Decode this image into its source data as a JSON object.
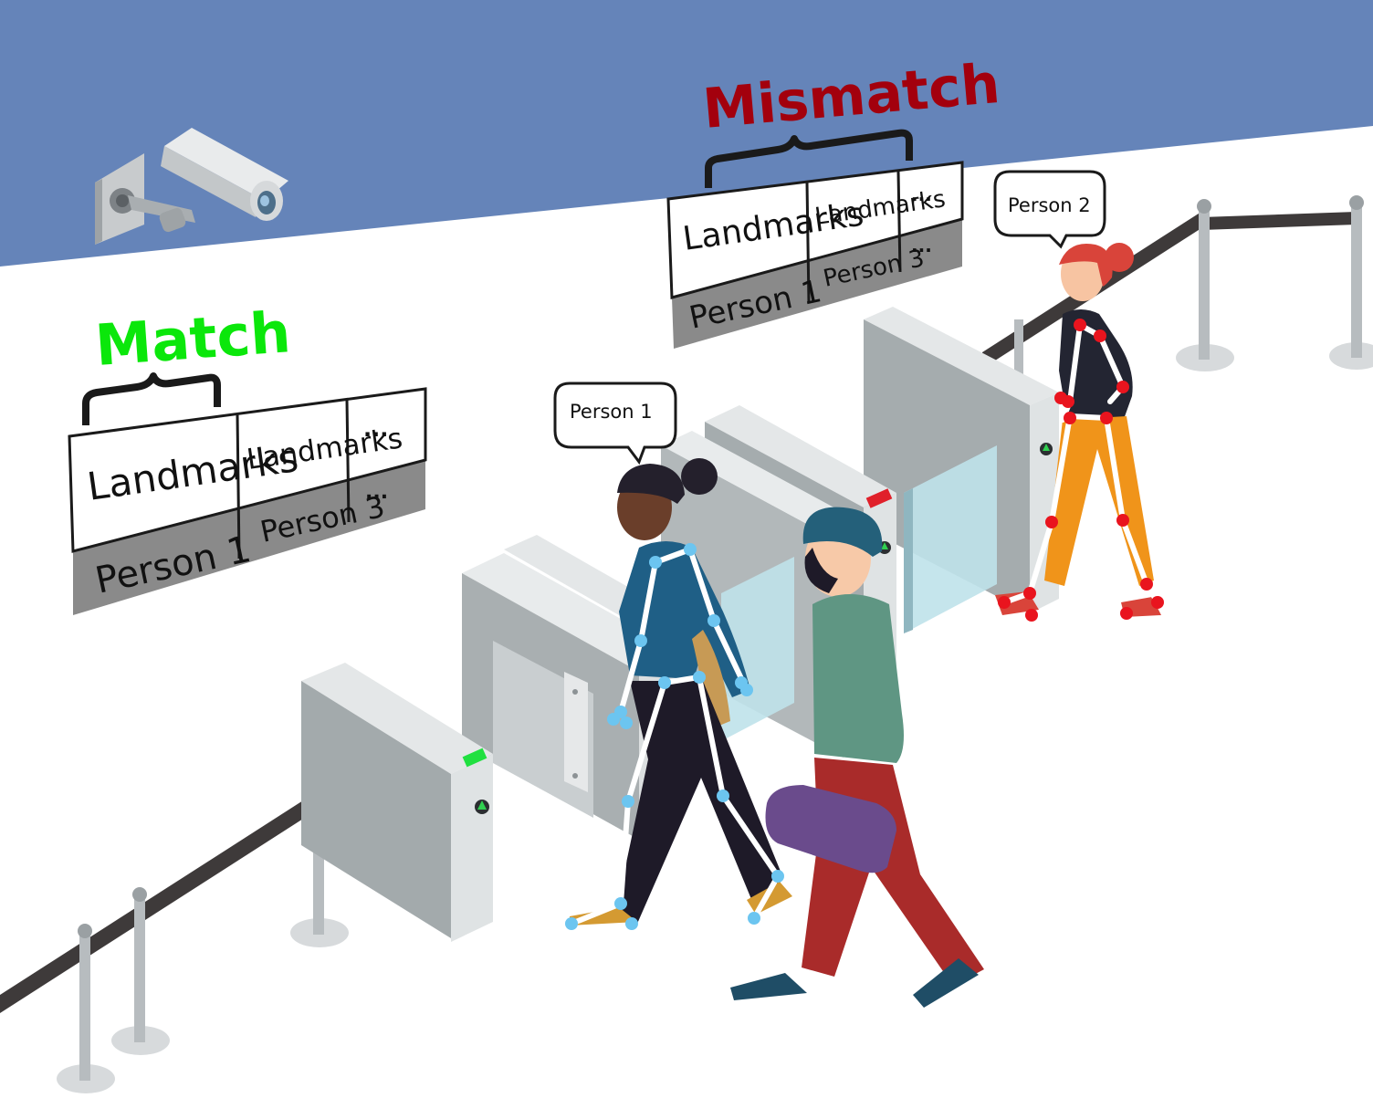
{
  "labels": {
    "match": "Match",
    "mismatch": "Mismatch"
  },
  "tables": {
    "match": {
      "header": [
        "Landmarks",
        "Landmarks",
        "..."
      ],
      "footer": [
        "Person 1",
        "Person 3",
        "..."
      ]
    },
    "mismatch": {
      "header": [
        "Landmarks",
        "Landmarks",
        "..."
      ],
      "footer": [
        "Person 1",
        "Person 3",
        "..."
      ]
    }
  },
  "bubbles": {
    "person1": "Person 1",
    "person2": "Person 2"
  },
  "colors": {
    "sky": "#6584b9",
    "match": "#0be70b",
    "mismatch": "#a3000d",
    "skeleton_person1": "#6cc5f0",
    "skeleton_person2": "#e9141e",
    "gate_green_light": "#20e040",
    "gate_red_light": "#e0202a"
  },
  "icons": {
    "camera": "cctv-camera-icon",
    "arrow": "up-arrow-icon"
  }
}
